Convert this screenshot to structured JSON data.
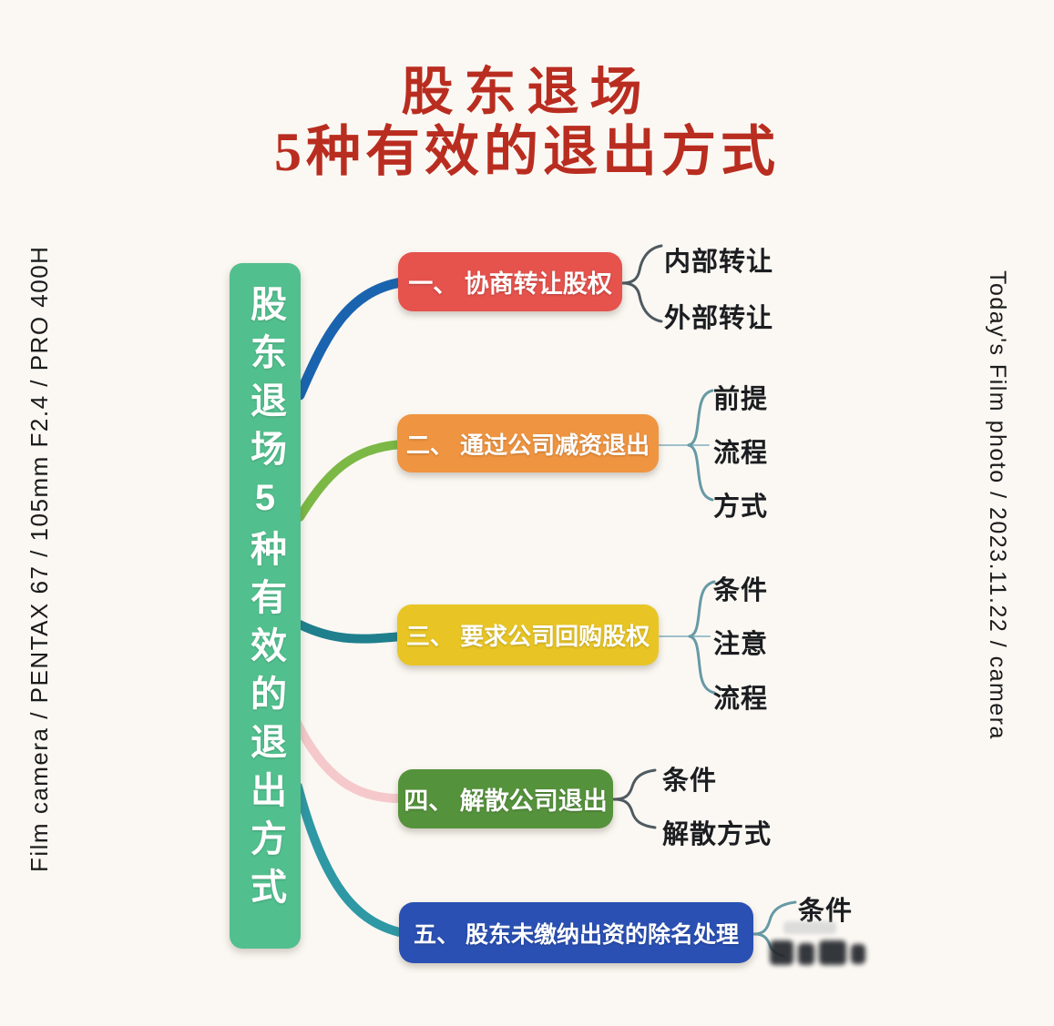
{
  "title": {
    "line1": "股东退场",
    "line2": "5种有效的退出方式",
    "color": "#b92d20"
  },
  "captions": {
    "left": "Film camera / PENTAX 67 / 105mm F2.4 / PRO 400H",
    "right": "Today's Film photo / 2023.11.22 / camera"
  },
  "root": {
    "label": "股东退场5种有效的退出方式",
    "color": "#52bf8e"
  },
  "nodes": [
    {
      "label": "一、 协商转让股权",
      "color": "#e6524c",
      "branch_color": "#1a64af",
      "children": [
        "内部转让",
        "外部转让"
      ]
    },
    {
      "label": "二、 通过公司减资退出",
      "color": "#ef9440",
      "branch_color": "#7cb845",
      "children": [
        "前提",
        "流程",
        "方式"
      ]
    },
    {
      "label": "三、 要求公司回购股权",
      "color": "#e8c524",
      "branch_color": "#1f7f8d",
      "children": [
        "条件",
        "注意",
        "流程"
      ]
    },
    {
      "label": "四、 解散公司退出",
      "color": "#55923c",
      "branch_color": "#f5c9cb",
      "children": [
        "条件",
        "解散方式"
      ]
    },
    {
      "label": "五、 股东未缴纳出资的除名处理",
      "color": "#2a50b3",
      "branch_color": "#2e98a4",
      "children": [
        "条件"
      ]
    }
  ],
  "colors": {
    "background": "#fbf8f3",
    "bracket_dark": "#4e5a60",
    "bracket_teal": "#679aa5",
    "bracket_light": "#9fc0cb"
  }
}
